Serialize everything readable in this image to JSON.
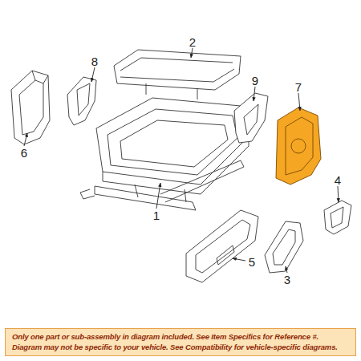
{
  "diagram": {
    "nodes": [
      {
        "text": [
          "Only one part or sub-assembly in diagram included. See Item Specifics for Reference #. Diagram may not be specific to your vehicle. See Compatibility for vehicle-specific diagrams."
        ]
      }
    ],
    "labels": [
      "6",
      "8",
      "2",
      "1",
      "9",
      "7",
      "4",
      "5",
      "3"
    ]
  }
}
